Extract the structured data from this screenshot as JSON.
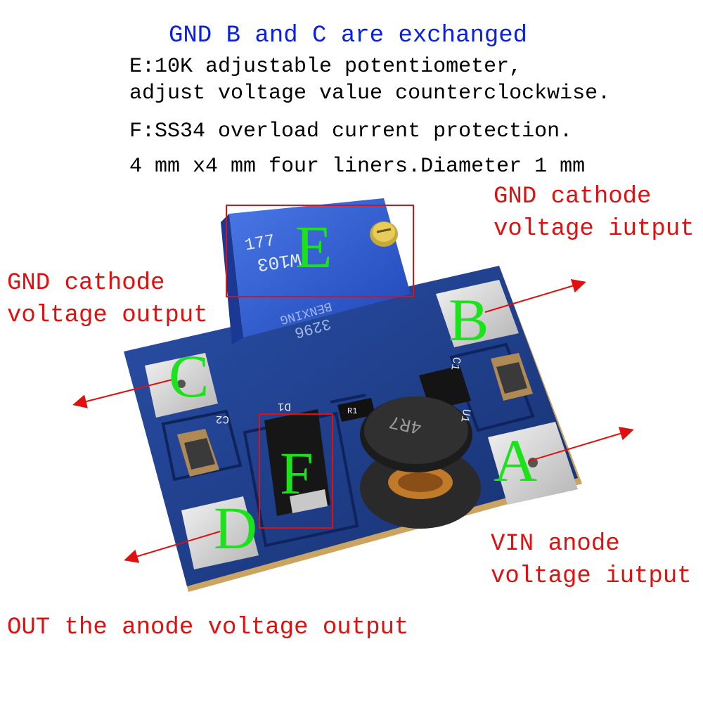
{
  "notes": {
    "title": "GND B and C are exchanged",
    "line_e1": "E:10K adjustable potentiometer,",
    "line_e2": "adjust voltage value counterclockwise.",
    "line_f": "F:SS34 overload current protection.",
    "line_size": "4 mm x4 mm four liners.Diameter 1 mm"
  },
  "labels": {
    "b_line1": "GND cathode",
    "b_line2": "voltage iutput",
    "c_line1": "GND cathode",
    "c_line2": "voltage output",
    "a_line1": "VIN anode",
    "a_line2": "voltage iutput",
    "d_line": "OUT the anode voltage output"
  },
  "markers": {
    "a": "A",
    "b": "B",
    "c": "C",
    "d": "D",
    "e": "E",
    "f": "F"
  },
  "silkscreen": {
    "pot_code": "W103",
    "pot_number": "177",
    "pot_brand": "BENXING",
    "pot_model": "3296",
    "inductor": "4R7",
    "ref_c1": "C1",
    "ref_c2": "C2",
    "ref_d1": "D1",
    "ref_u1": "U1",
    "ref_r1": "R1"
  },
  "colors": {
    "board": "#1a3a8a",
    "marker_green": "#1be21b",
    "label_red": "#e01010",
    "title_blue": "#0a20e0",
    "highlight_box": "#e01010"
  }
}
